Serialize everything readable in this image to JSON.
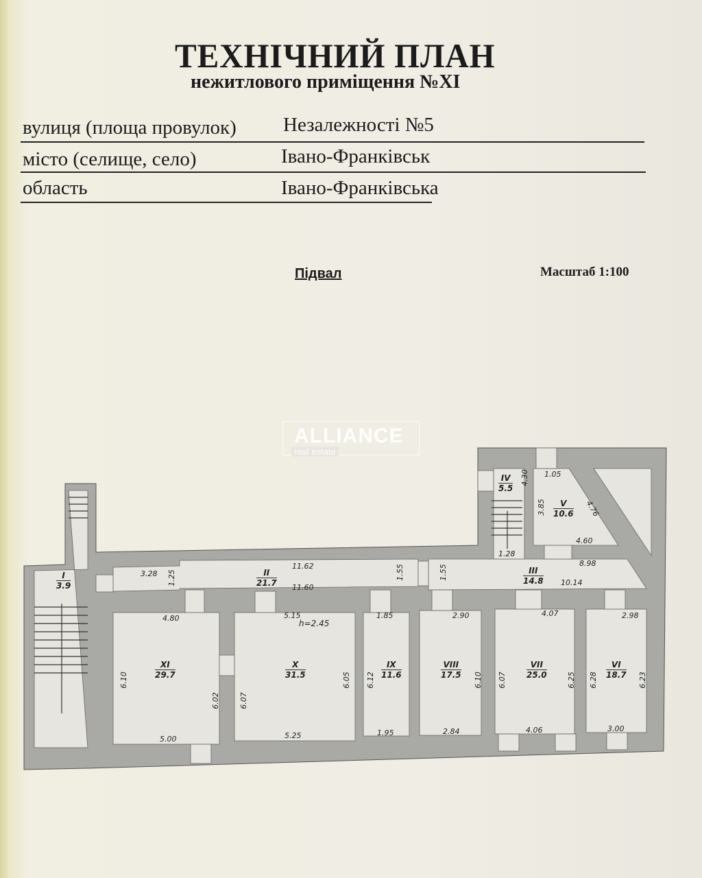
{
  "header": {
    "title": "ТЕХНІЧНИЙ ПЛАН",
    "subtitle": "нежитлового приміщення №XI"
  },
  "fields": [
    {
      "label": "вулиця (площа провулок)",
      "value": "Незалежності №5"
    },
    {
      "label": "місто (селище, село)",
      "value": "Івано-Франківськ"
    },
    {
      "label": "область",
      "value": "Івано-Франківська"
    }
  ],
  "floor": "Підвал",
  "scale": "Масштаб 1:100",
  "watermark": {
    "brand": "ALLIANCE",
    "tagline": "real estate"
  },
  "rooms": [
    {
      "num": "I",
      "area": "3.9"
    },
    {
      "num": "II",
      "area": "21.7"
    },
    {
      "num": "III",
      "area": "14.8"
    },
    {
      "num": "IV",
      "area": "5.5"
    },
    {
      "num": "V",
      "area": "10.6"
    },
    {
      "num": "VI",
      "area": "18.7"
    },
    {
      "num": "VII",
      "area": "25.0"
    },
    {
      "num": "VIII",
      "area": "17.5"
    },
    {
      "num": "IX",
      "area": "11.6"
    },
    {
      "num": "X",
      "area": "31.5"
    },
    {
      "num": "XI",
      "area": "29.7"
    }
  ],
  "height": "h=2.45",
  "dims": {
    "d328": "3.28",
    "d125": "1.25",
    "d1162": "11.62",
    "d1160": "11.60",
    "d155a": "1.55",
    "d155b": "1.55",
    "d430": "4.30",
    "d105": "1.05",
    "d385": "3.85",
    "d476": "4.76",
    "d460": "4.60",
    "d128": "1.28",
    "d898": "8.98",
    "d1014": "10.14",
    "d480": "4.80",
    "d515": "5.15",
    "d185": "1.85",
    "d290": "2.90",
    "d407": "4.07",
    "d298": "2.98",
    "d610": "6.10",
    "d602": "6.02",
    "d607": "6.07",
    "d605": "6.05",
    "d612": "6.12",
    "d610b": "6.10",
    "d607b": "6.07",
    "d625": "6.25",
    "d628": "6.28",
    "d623": "6.23",
    "d500": "5.00",
    "d525": "5.25",
    "d195": "1.95",
    "d284": "2.84",
    "d406": "4.06",
    "d300": "3.00"
  }
}
